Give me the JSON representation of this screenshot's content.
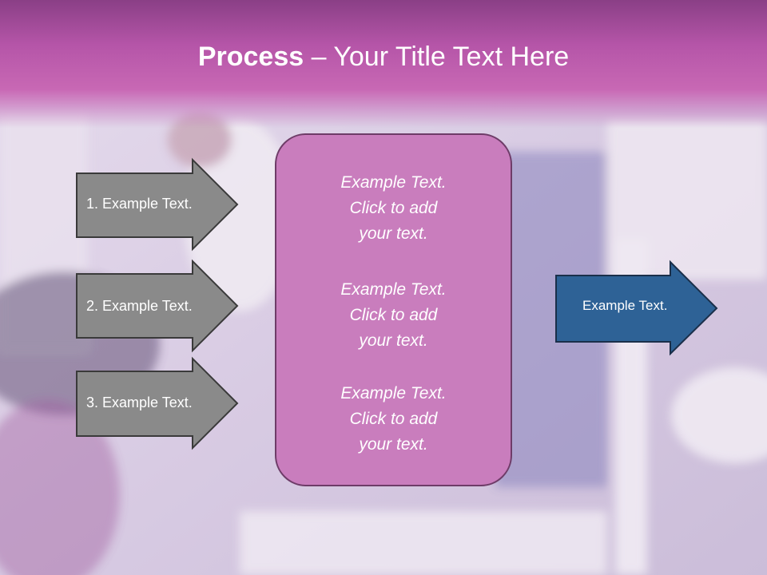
{
  "title": {
    "bold": "Process",
    "rest": " – Your Title Text Here"
  },
  "left_arrows": [
    {
      "label": "1. Example Text."
    },
    {
      "label": "2. Example Text."
    },
    {
      "label": "3. Example Text."
    }
  ],
  "center_box": {
    "blocks": [
      {
        "line1": "Example Text.",
        "line2": "Click  to add",
        "line3": "your text."
      },
      {
        "line1": "Example Text.",
        "line2": "Click  to add",
        "line3": "your text."
      },
      {
        "line1": "Example Text.",
        "line2": "Click  to add",
        "line3": "your text."
      }
    ]
  },
  "right_arrow": {
    "label": "Example Text."
  },
  "colors": {
    "title_band": "#b555a8",
    "left_arrow_fill": "#8a8a8a",
    "center_box_fill": "#c97dbd",
    "right_arrow_fill": "#2e6296"
  }
}
